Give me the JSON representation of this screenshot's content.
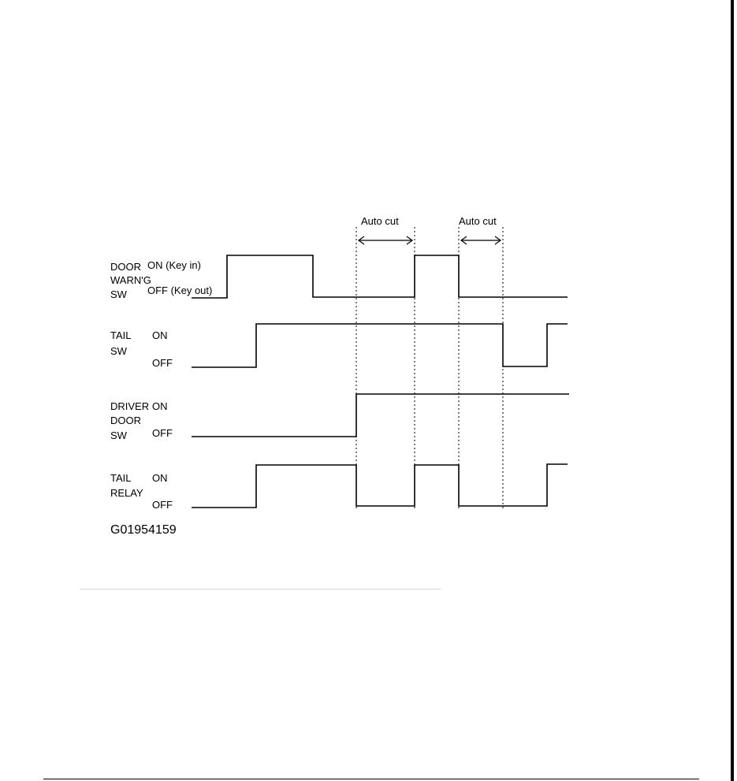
{
  "diagram": {
    "auto_cut_1": "Auto cut",
    "auto_cut_2": "Auto cut",
    "figure_code": "G01954159",
    "signals": [
      {
        "name_lines": [
          "DOOR",
          "WARN'G",
          "SW"
        ],
        "on_label": "ON (Key in)",
        "off_label": "OFF (Key out)"
      },
      {
        "name_lines": [
          "TAIL",
          "SW"
        ],
        "on_label": "ON",
        "off_label": "OFF"
      },
      {
        "name_lines": [
          "DRIVER",
          "DOOR",
          "SW"
        ],
        "on_label": "ON",
        "off_label": "OFF"
      },
      {
        "name_lines": [
          "TAIL",
          "RELAY"
        ],
        "on_label": "ON",
        "off_label": "OFF"
      }
    ]
  }
}
